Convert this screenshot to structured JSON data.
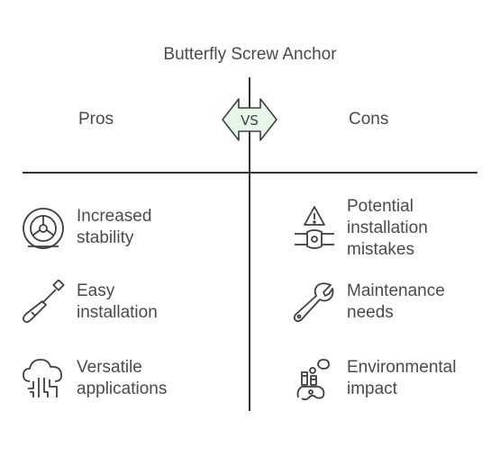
{
  "title": "Butterfly Screw Anchor",
  "badge": "VS",
  "pros": {
    "heading": "Pros",
    "items": [
      {
        "label": "Increased\nstability",
        "icon": "tire-icon"
      },
      {
        "label": "Easy\ninstallation",
        "icon": "screwdriver-icon"
      },
      {
        "label": "Versatile\napplications",
        "icon": "cloud-network-icon"
      }
    ]
  },
  "cons": {
    "heading": "Cons",
    "items": [
      {
        "label": "Potential\ninstallation\nmistakes",
        "icon": "warning-pipe-icon"
      },
      {
        "label": "Maintenance\nneeds",
        "icon": "wrench-icon"
      },
      {
        "label": "Environmental\nimpact",
        "icon": "factory-pollution-icon"
      }
    ]
  },
  "colors": {
    "text": "#4a4a4a",
    "line": "#333333",
    "badge_fill": "#e6f7ea",
    "badge_stroke": "#3f3f3f"
  }
}
